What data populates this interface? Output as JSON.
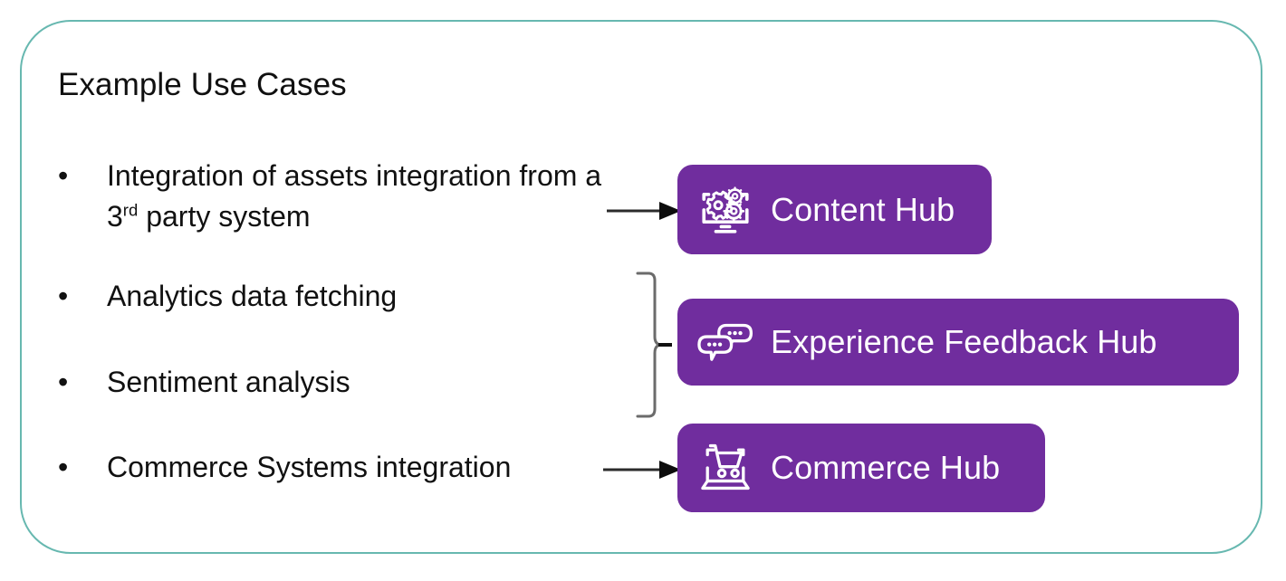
{
  "slide": {
    "title": "Example Use Cases",
    "frame_border_color": "#67b8b0",
    "background_color": "#ffffff"
  },
  "bullets": [
    {
      "marker": "•",
      "text_before": "Integration of assets integration from a 3",
      "superscript": "rd",
      "text_after": " party system",
      "full_text": "Integration of assets integration from a 3rd party system"
    },
    {
      "marker": "•",
      "text_before": "Analytics data fetching",
      "superscript": "",
      "text_after": "",
      "full_text": "Analytics data fetching"
    },
    {
      "marker": "•",
      "text_before": "Sentiment analysis",
      "superscript": "",
      "text_after": "",
      "full_text": "Sentiment analysis"
    },
    {
      "marker": "•",
      "text_before": "Commerce Systems integration",
      "superscript": "",
      "text_after": "",
      "full_text": "Commerce Systems integration"
    }
  ],
  "hubs": [
    {
      "label": "Content Hub",
      "icon": "monitor-gears-icon",
      "color": "#702D9E",
      "text_color": "#ffffff"
    },
    {
      "label": "Experience Feedback Hub",
      "icon": "chat-bubbles-icon",
      "color": "#702D9E",
      "text_color": "#ffffff"
    },
    {
      "label": "Commerce Hub",
      "icon": "laptop-cart-icon",
      "color": "#702D9E",
      "text_color": "#ffffff"
    }
  ],
  "connectors": [
    {
      "type": "arrow",
      "name": "arrow-to-content-hub",
      "from_bullets": [
        0
      ],
      "to_hub": "Content Hub",
      "color": "#2b2b2b"
    },
    {
      "type": "brace",
      "name": "brace-to-experience-feedback-hub",
      "from_bullets": [
        1,
        2
      ],
      "to_hub": "Experience Feedback Hub",
      "color": "#4a4a4a"
    },
    {
      "type": "arrow",
      "name": "arrow-to-commerce-hub",
      "from_bullets": [
        3
      ],
      "to_hub": "Commerce Hub",
      "color": "#2b2b2b"
    }
  ]
}
